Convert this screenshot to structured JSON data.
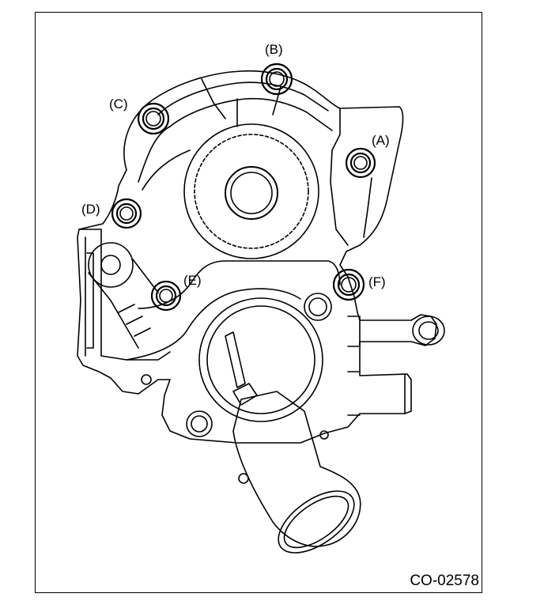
{
  "figure": {
    "id": "CO-02578",
    "callouts": {
      "A": "(A)",
      "B": "(B)",
      "C": "(C)",
      "D": "(D)",
      "E": "(E)",
      "F": "(F)"
    }
  }
}
